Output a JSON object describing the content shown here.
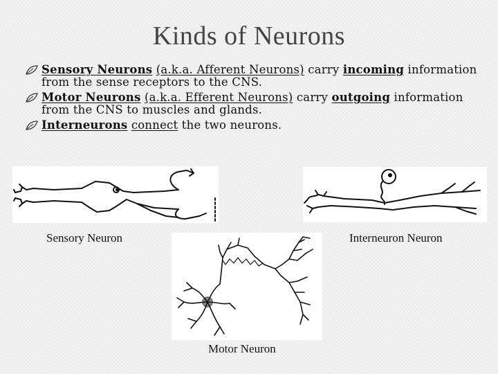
{
  "title": "Kinds of Neurons",
  "bullets": [
    {
      "term": "Sensory Neurons",
      "alias": "(a.k.a. Afferent Neurons)",
      "verb": "carry",
      "key_word": "incoming",
      "rest": "information from the sense receptors to the CNS."
    },
    {
      "term": "Motor Neurons",
      "alias": "(a.k.a. Efferent Neurons)",
      "verb": "carry",
      "key_word": "outgoing",
      "rest": "information from the CNS to muscles and glands."
    },
    {
      "term": "Interneurons",
      "key_word": "connect",
      "rest": "the two neurons."
    }
  ],
  "captions": {
    "sensory": "Sensory Neuron",
    "inter": "Interneuron Neuron",
    "motor": "Motor Neuron"
  },
  "icons": {
    "bullet": "leaf-bullet-icon"
  },
  "colors": {
    "title": "#444444",
    "text": "#111111",
    "background": "#f4f4f4"
  }
}
